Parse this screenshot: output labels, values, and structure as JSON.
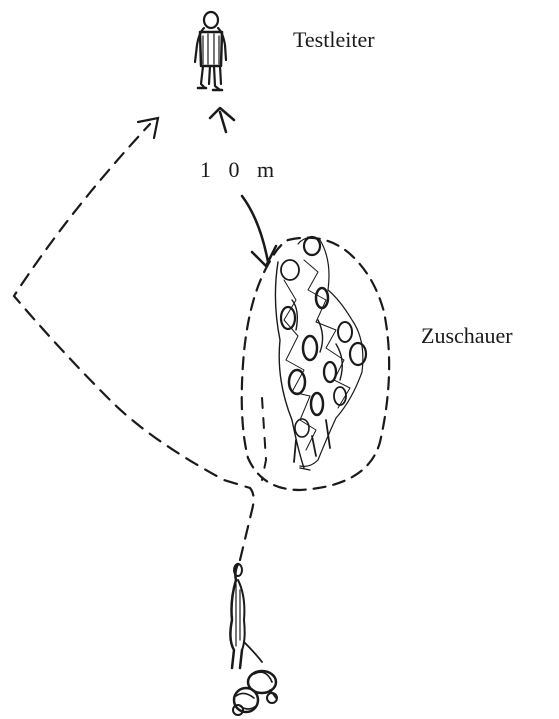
{
  "labels": {
    "experimenter": "Testleiter",
    "distance": "1 0 m",
    "spectators": "Zuschauer"
  },
  "colors": {
    "ink": "#1a1a1a",
    "background": "#ffffff"
  },
  "figures": {
    "experimenter": "standing-person-sketch",
    "spectators": "crowd-sketch",
    "walker": "walking-person-with-stroller-sketch"
  }
}
